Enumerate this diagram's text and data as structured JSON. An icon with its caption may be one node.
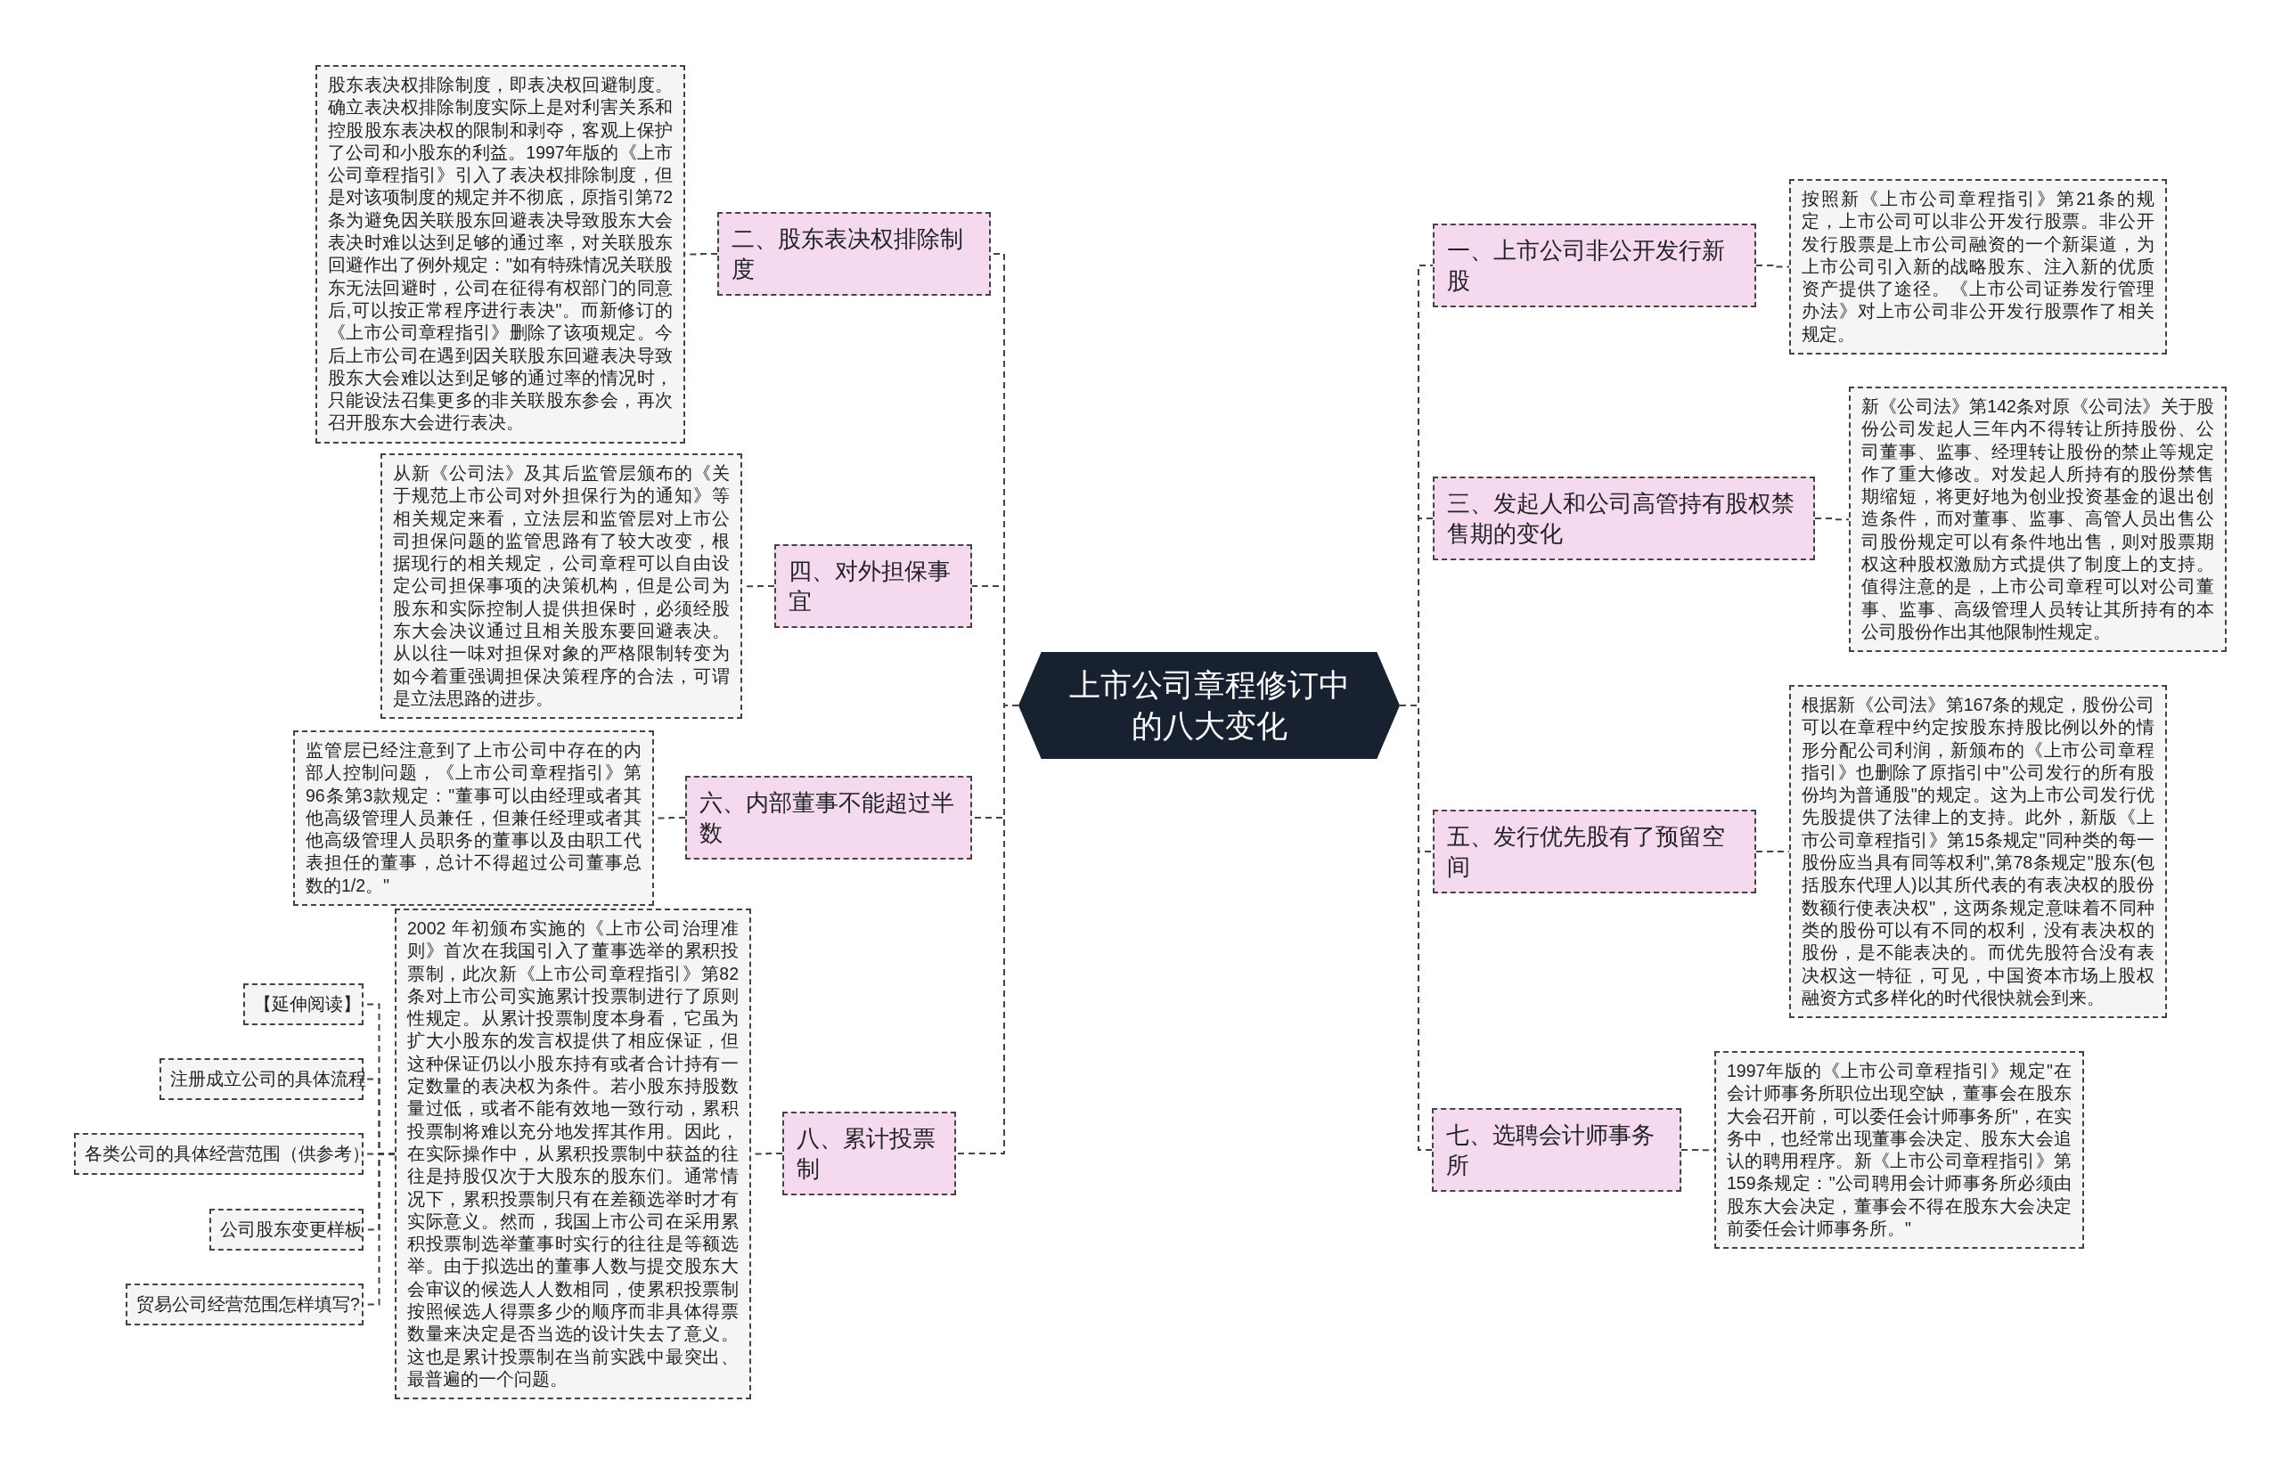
{
  "diagram": {
    "nodes": [
      {
        "text": [
          "上市公司章程修订中的八大变化"
        ]
      },
      {
        "text": [
          "二、股东表决权排除制度"
        ]
      },
      {
        "text": [
          "股东表决权排除制度，即表决权回避制度。确立表决权排除制度实际上是对利害关系和控股股东表决权的限制和剥夺，客观上保护了公司和小股东的利益。1997年版的《上市公司章程指引》引入了表决权排除制度，但是对该项制度的规定并不彻底，原指引第72条为避免因关联股东回避表决导致股东大会表决时难以达到足够的通过率，对关联股东回避作出了例外规定：\"如有特殊情况关联股东无法回避时，公司在征得有权部门的同意后,可以按正常程序进行表决\"。而新修订的《上市公司章程指引》删除了该项规定。今后上市公司在遇到因关联股东回避表决导致股东大会难以达到足够的通过率的情况时，只能设法召集更多的非关联股东参会，再次召开股东大会进行表决。"
        ]
      },
      {
        "text": [
          "四、对外担保事宜"
        ]
      },
      {
        "text": [
          "从新《公司法》及其后监管层颁布的《关于规范上市公司对外担保行为的通知》等相关规定来看，立法层和监管层对上市公司担保问题的监管思路有了较大改变，根据现行的相关规定，公司章程可以自由设定公司担保事项的决策机构，但是公司为股东和实际控制人提供担保时，必须经股东大会决议通过且相关股东要回避表决。从以往一味对担保对象的严格限制转变为如今着重强调担保决策程序的合法，可谓是立法思路的进步。"
        ]
      },
      {
        "text": [
          "六、内部董事不能超过半数"
        ]
      },
      {
        "text": [
          "监管层已经注意到了上市公司中存在的内部人控制问题，《上市公司章程指引》第96条第3款规定：\"董事可以由经理或者其他高级管理人员兼任，但兼任经理或者其他高级管理人员职务的董事以及由职工代表担任的董事，总计不得超过公司董事总数的1/2。\""
        ]
      },
      {
        "text": [
          "八、累计投票制"
        ]
      },
      {
        "text": [
          "2002 年初颁布实施的《上市公司治理准则》首次在我国引入了董事选举的累积投票制，此次新《上市公司章程指引》第82条对上市公司实施累计投票制进行了原则性规定。从累计投票制度本身看，它虽为扩大小股东的发言权提供了相应保证，但这种保证仍以小股东持有或者合计持有一定数量的表决权为条件。若小股东持股数量过低，或者不能有效地一致行动，累积投票制将难以充分地发挥其作用。因此，在实际操作中，从累积投票制中获益的往往是持股仅次于大股东的股东们。通常情况下，累积投票制只有在差额选举时才有实际意义。然而，我国上市公司在采用累积投票制选举董事时实行的往往是等额选举。由于拟选出的董事人数与提交股东大会审议的候选人人数相同，使累积投票制按照候选人得票多少的顺序而非具体得票数量来决定是否当选的设计失去了意义。这也是累计投票制在当前实践中最突出、最普遍的一个问题。"
        ]
      },
      {
        "text": [
          "【延伸阅读】"
        ]
      },
      {
        "text": [
          "注册成立公司的具体流程"
        ]
      },
      {
        "text": [
          "各类公司的具体经营范围（供参考）"
        ]
      },
      {
        "text": [
          "公司股东变更样板"
        ]
      },
      {
        "text": [
          "贸易公司经营范围怎样填写?"
        ]
      },
      {
        "text": [
          "一、上市公司非公开发行新股"
        ]
      },
      {
        "text": [
          "按照新《上市公司章程指引》第21条的规定，上市公司可以非公开发行股票。非公开发行股票是上市公司融资的一个新渠道，为上市公司引入新的战略股东、注入新的优质资产提供了途径。《上市公司证券发行管理办法》对上市公司非公开发行股票作了相关规定。"
        ]
      },
      {
        "text": [
          "三、发起人和公司高管持有股权禁售期的变化"
        ]
      },
      {
        "text": [
          "新《公司法》第142条对原《公司法》关于股份公司发起人三年内不得转让所持股份、公司董事、监事、经理转让股份的禁止等规定作了重大修改。对发起人所持有的股份禁售期缩短，将更好地为创业投资基金的退出创造条件，而对董事、监事、高管人员出售公司股份规定可以有条件地出售，则对股票期权这种股权激励方式提供了制度上的支持。值得注意的是，上市公司章程可以对公司董事、监事、高级管理人员转让其所持有的本公司股份作出其他限制性规定。"
        ]
      },
      {
        "text": [
          "五、发行优先股有了预留空间"
        ]
      },
      {
        "text": [
          "根据新《公司法》第167条的规定，股份公司可以在章程中约定按股东持股比例以外的情形分配公司利润，新颁布的《上市公司章程指引》也删除了原指引中\"公司发行的所有股份均为普通股\"的规定。这为上市公司发行优先股提供了法律上的支持。此外，新版《上市公司章程指引》第15条规定\"同种类的每一股份应当具有同等权利\",第78条规定\"股东(包括股东代理人)以其所代表的有表决权的股份数额行使表决权\"，这两条规定意味着不同种类的股份可以有不同的权利，没有表决权的股份，是不能表决的。而优先股符合没有表决权这一特征，可见，中国资本市场上股权融资方式多样化的时代很快就会到来。"
        ]
      },
      {
        "text": [
          "七、选聘会计师事务所"
        ]
      },
      {
        "text": [
          "1997年版的《上市公司章程指引》规定\"在会计师事务所职位出现空缺，董事会在股东大会召开前，可以委任会计师事务所\"，在实务中，也经常出现董事会决定、股东大会追认的聘用程序。新《上市公司章程指引》第159条规定：\"公司聘用会计师事务所必须由股东大会决定，董事会不得在股东大会决定前委任会计师事务所。\""
        ]
      }
    ],
    "edges": [
      {
        "from": 0,
        "to": 1,
        "arrow": "none"
      },
      {
        "from": 0,
        "to": 3,
        "arrow": "none"
      },
      {
        "from": 0,
        "to": 5,
        "arrow": "none"
      },
      {
        "from": 0,
        "to": 7,
        "arrow": "none"
      },
      {
        "from": 0,
        "to": 14,
        "arrow": "none"
      },
      {
        "from": 0,
        "to": 16,
        "arrow": "none"
      },
      {
        "from": 0,
        "to": 18,
        "arrow": "none"
      },
      {
        "from": 0,
        "to": 20,
        "arrow": "none"
      },
      {
        "from": 1,
        "to": 2,
        "arrow": "none"
      },
      {
        "from": 3,
        "to": 4,
        "arrow": "none"
      },
      {
        "from": 5,
        "to": 6,
        "arrow": "none"
      },
      {
        "from": 7,
        "to": 8,
        "arrow": "none"
      },
      {
        "from": 8,
        "to": 9,
        "arrow": "none"
      },
      {
        "from": 8,
        "to": 10,
        "arrow": "none"
      },
      {
        "from": 8,
        "to": 11,
        "arrow": "none"
      },
      {
        "from": 8,
        "to": 12,
        "arrow": "none"
      },
      {
        "from": 8,
        "to": 13,
        "arrow": "none"
      },
      {
        "from": 14,
        "to": 15,
        "arrow": "none"
      },
      {
        "from": 16,
        "to": 17,
        "arrow": "none"
      },
      {
        "from": 18,
        "to": 19,
        "arrow": "none"
      },
      {
        "from": 20,
        "to": 21,
        "arrow": "none"
      }
    ]
  }
}
